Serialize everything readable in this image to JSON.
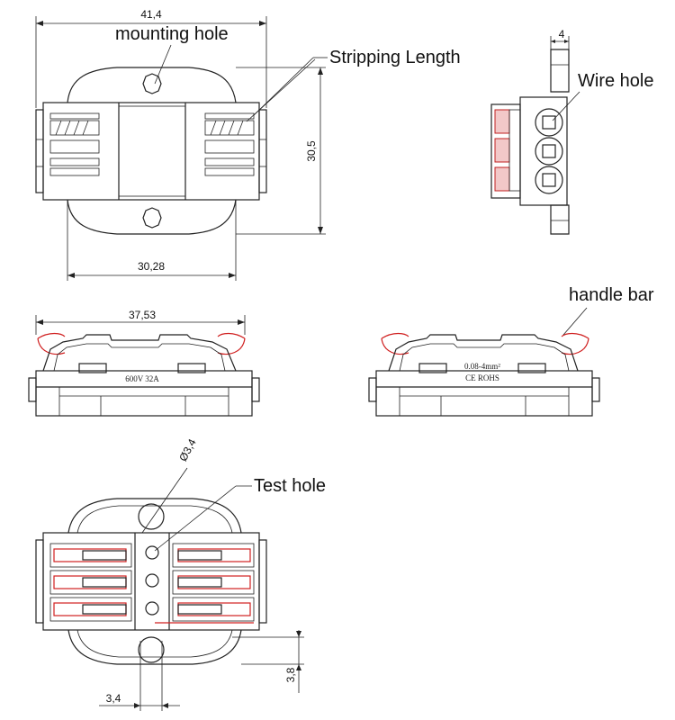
{
  "callouts": {
    "mounting_hole": "mounting hole",
    "stripping_length": "Stripping Length",
    "wire_hole": "Wire hole",
    "handle_bar": "handle bar",
    "test_hole": "Test hole"
  },
  "dimensions": {
    "top_width": "41,4",
    "top_height": "30,5",
    "body_width": "30,28",
    "side_width": "4",
    "front_width": "37,53",
    "hole_dia": "Ø3,4",
    "bottom_height": "3,8",
    "bottom_width": "3,4"
  },
  "markings": {
    "rating": "600V 32A",
    "wire_range": "0.08-4mm²",
    "cert": "CE ROHS"
  },
  "colors": {
    "line": "#222222",
    "accent": "#d02020"
  }
}
